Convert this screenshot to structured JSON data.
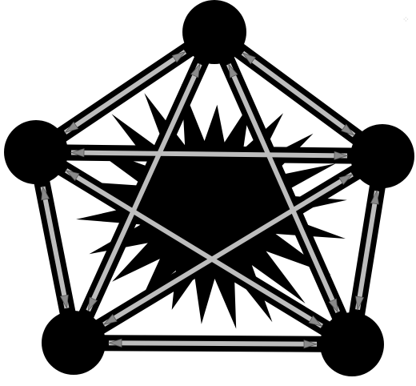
{
  "diagram": {
    "type": "complete-graph",
    "node_count": 5,
    "edge_style": "double-headed-arrow",
    "center_shape": "starburst",
    "colors": {
      "node": "#000000",
      "edge_outline": "#000000",
      "edge_fill": "#bdbdbd",
      "arrow_head": "#8a8a8a",
      "starburst": "#000000",
      "background": "#ffffff"
    },
    "nodes": [
      {
        "id": "top"
      },
      {
        "id": "upper-left"
      },
      {
        "id": "upper-right"
      },
      {
        "id": "lower-left"
      },
      {
        "id": "lower-right"
      }
    ],
    "edges": [
      {
        "from": "top",
        "to": "upper-left"
      },
      {
        "from": "top",
        "to": "upper-right"
      },
      {
        "from": "top",
        "to": "lower-left"
      },
      {
        "from": "top",
        "to": "lower-right"
      },
      {
        "from": "upper-left",
        "to": "upper-right"
      },
      {
        "from": "upper-left",
        "to": "lower-left"
      },
      {
        "from": "upper-left",
        "to": "lower-right"
      },
      {
        "from": "upper-right",
        "to": "lower-left"
      },
      {
        "from": "upper-right",
        "to": "lower-right"
      },
      {
        "from": "lower-left",
        "to": "lower-right"
      }
    ]
  }
}
